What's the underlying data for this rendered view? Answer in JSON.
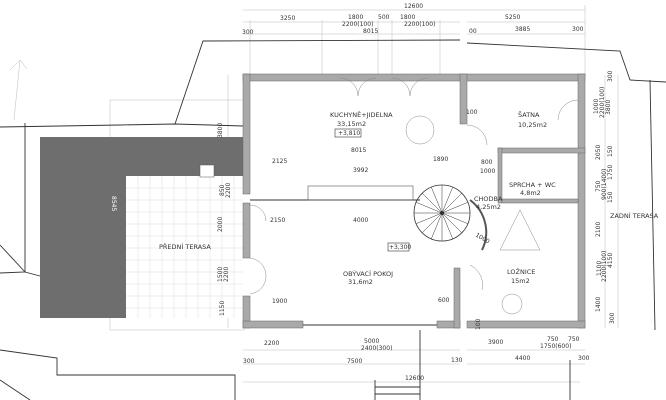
{
  "rooms": {
    "kitchen": {
      "name": "KUCHYNĚ+JIDELNA",
      "area": "33,15m2",
      "level": "+3,810"
    },
    "wardrobe": {
      "name": "ŠATNA",
      "area": "10,25m2"
    },
    "shower": {
      "name": "SPRCHA + WC",
      "area": "4,8m2"
    },
    "hall": {
      "name": "CHODBA",
      "area": "4,25m2"
    },
    "living": {
      "name": "OBÝVACÍ POKOJ",
      "area": "31,6m2",
      "level": "+3,300"
    },
    "bedroom": {
      "name": "LOŽNICE",
      "area": "15m2"
    },
    "front_terrace": {
      "name": "PŘEDNÍ TERASA"
    },
    "rear_terrace": {
      "name": "ZADNÍ TERASA"
    }
  },
  "dimensions_top": [
    "12600",
    "3250",
    "1800",
    "2200(100)",
    "500",
    "1800",
    "2200(100)",
    "8015",
    "300",
    "5250",
    "3885",
    "300",
    "00"
  ],
  "dimensions_inner": [
    "8015",
    "2125",
    "3992",
    "1890",
    "800",
    "1000",
    "2150",
    "4000",
    "100",
    "1900",
    "600",
    "1000"
  ],
  "dimensions_bottom": [
    "2200",
    "5000",
    "2400(300)",
    "300",
    "7500",
    "130",
    "3900",
    "750",
    "1750(600)",
    "750",
    "4400",
    "300",
    "12600",
    "100"
  ],
  "dimensions_left": [
    "3800",
    "850",
    "2200",
    "2000",
    "1500",
    "2200",
    "1150",
    "8545"
  ],
  "dimensions_right": [
    "300",
    "1000",
    "2200(100)",
    "3800",
    "2050",
    "150",
    "750",
    "900(1400)",
    "1750",
    "150",
    "2100",
    "4150",
    "1100",
    "2200(100)",
    "1400",
    "300"
  ]
}
